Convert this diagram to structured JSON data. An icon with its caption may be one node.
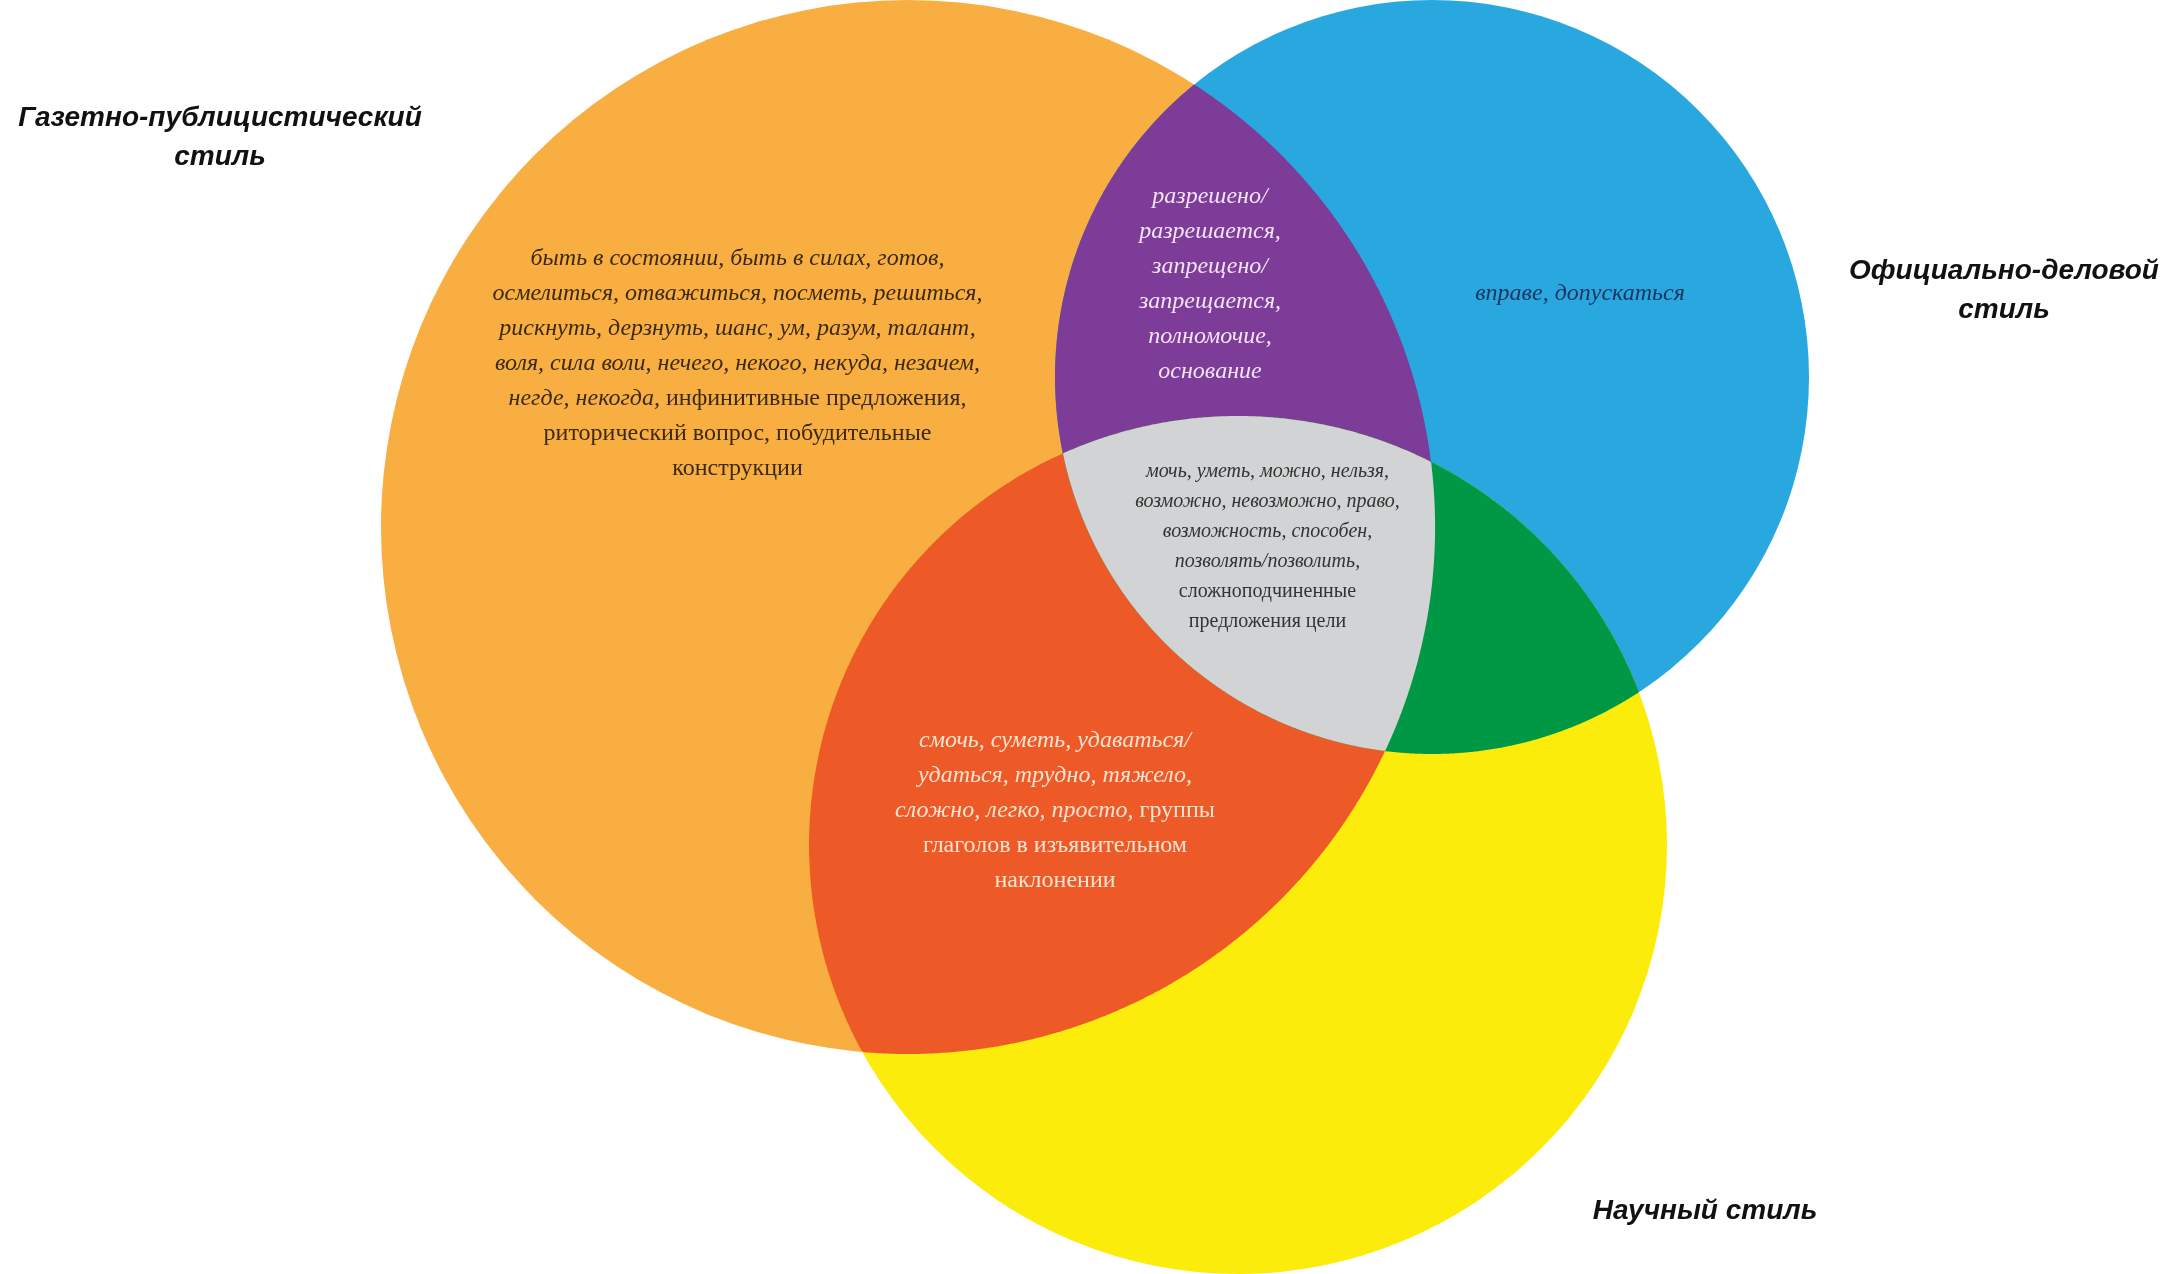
{
  "diagram": {
    "nodes": [
      {
        "text": [
          "Газетно-публицистический стиль",
          "*быть в состоянии, быть в силах, готов, осмелиться, отважиться, посметь, решиться, рискнуть, дерзнуть, шанс, ум, разум, талант, воля, сила воли, нечего, некого, некуда, незачем, негде, некогда,* инфинитивные предложения, риторический вопрос, побудительные конструкции"
        ]
      },
      {
        "text": [
          "вправе, допускаться",
          "Официально-деловой стиль"
        ]
      },
      {
        "text": [
          "Научный стиль"
        ]
      },
      {
        "text": [
          "разрешено/ разрешается, запрещено/ запрещается, полномочие, основание"
        ]
      },
      {
        "text": [
          "*мочь, уметь, можно, нельзя, возможно, невозможно, право, возможность, способен, позволять/позволить,* сложноподчиненные предложения цели"
        ]
      },
      {
        "text": [
          "*смочь, суметь, удаваться/удаться, трудно, тяжело, сложно, легко, просто,* группы глаголов в изъявительном наклонении"
        ]
      },
      {
        "text": [],
        "shape": "lens"
      }
    ]
  }
}
